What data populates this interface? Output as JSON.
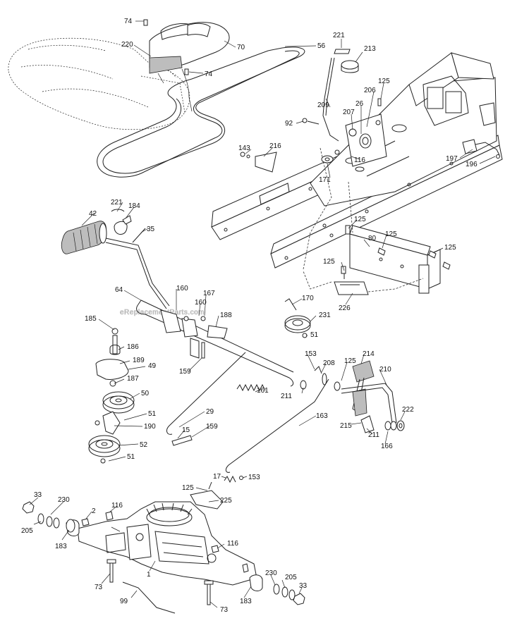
{
  "watermark": "eReplacementParts.com",
  "callouts": [
    "74",
    "220",
    "70",
    "74",
    "56",
    "221",
    "213",
    "125",
    "206",
    "209",
    "207",
    "26",
    "92",
    "143",
    "216",
    "116",
    "171",
    "197",
    "196",
    "221",
    "184",
    "42",
    "35",
    "125",
    "80",
    "125",
    "125",
    "125",
    "64",
    "160",
    "167",
    "160",
    "188",
    "170",
    "231",
    "226",
    "51",
    "185",
    "186",
    "159",
    "189",
    "49",
    "187",
    "50",
    "153",
    "214",
    "208",
    "125",
    "210",
    "211",
    "161",
    "51",
    "190",
    "29",
    "163",
    "222",
    "15",
    "159",
    "211",
    "215",
    "166",
    "52",
    "51",
    "17",
    "153",
    "125",
    "225",
    "33",
    "230",
    "2",
    "116",
    "205",
    "183",
    "116",
    "1",
    "230",
    "205",
    "73",
    "33",
    "99",
    "73",
    "183"
  ]
}
